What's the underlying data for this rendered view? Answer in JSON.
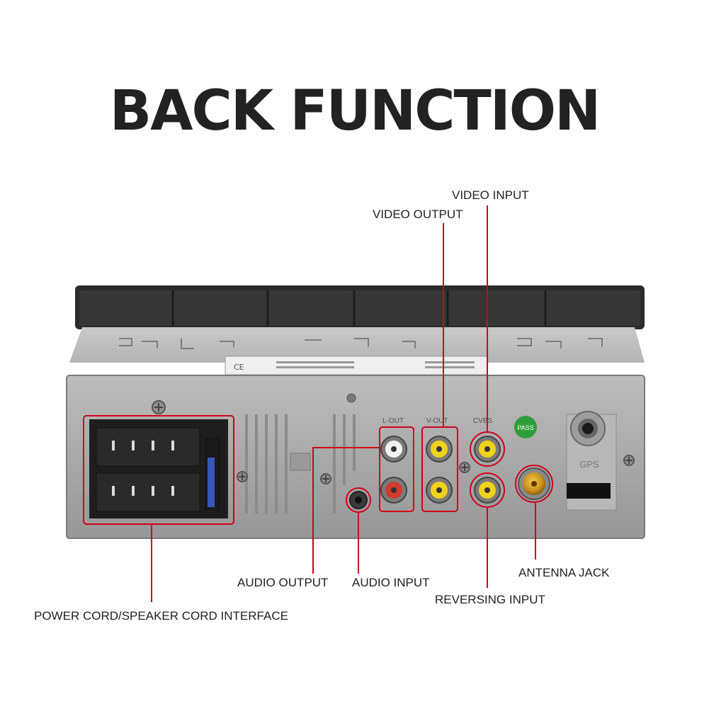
{
  "page": {
    "title": "BACK FUNCTION"
  },
  "colors": {
    "accent": "#d0021b",
    "text": "#222222",
    "background": "#ffffff"
  },
  "device": {
    "port_markings": {
      "l_out": "L-OUT",
      "v_out": "V-OUT",
      "cvbs": "CVBS",
      "gps": "GPS",
      "pass": "PASS"
    }
  },
  "callouts": {
    "video_input": "VIDEO INPUT",
    "video_output": "VIDEO OUTPUT",
    "audio_output": "AUDIO OUTPUT",
    "audio_input": "AUDIO INPUT",
    "antenna_jack": "ANTENNA JACK",
    "reversing_input": "REVERSING INPUT",
    "power_cord": "POWER CORD/SPEAKER CORD INTERFACE"
  }
}
